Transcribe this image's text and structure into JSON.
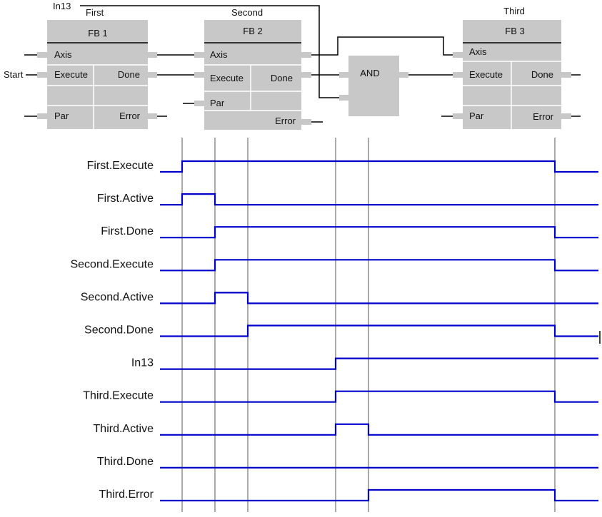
{
  "colors": {
    "block_fill": "#c8c8c8",
    "signal_stroke": "#0000cc",
    "wire_stroke": "#000000",
    "guide_stroke": "#555555"
  },
  "inputs": {
    "in13": "In13",
    "start": "Start"
  },
  "blocks": [
    {
      "instance": "First",
      "type": "FB 1",
      "pins": {
        "axis": "Axis",
        "execute": "Execute",
        "done": "Done",
        "par": "Par",
        "error": "Error"
      }
    },
    {
      "instance": "Second",
      "type": "FB 2",
      "pins": {
        "axis": "Axis",
        "execute": "Execute",
        "done": "Done",
        "par": "Par",
        "error": "Error"
      }
    },
    {
      "instance": "Third",
      "type": "FB 3",
      "pins": {
        "axis": "Axis",
        "execute": "Execute",
        "done": "Done",
        "par": "Par",
        "error": "Error"
      }
    }
  ],
  "and_gate": {
    "label": "AND"
  },
  "timing": {
    "signals": [
      {
        "name": "First.Execute",
        "high_intervals": [
          [
            1,
            8
          ]
        ]
      },
      {
        "name": "First.Active",
        "high_intervals": [
          [
            1,
            2
          ]
        ]
      },
      {
        "name": "First.Done",
        "high_intervals": [
          [
            2,
            8
          ]
        ]
      },
      {
        "name": "Second.Execute",
        "high_intervals": [
          [
            2,
            8
          ]
        ]
      },
      {
        "name": "Second.Active",
        "high_intervals": [
          [
            2,
            3
          ]
        ]
      },
      {
        "name": "Second.Done",
        "high_intervals": [
          [
            3,
            8
          ]
        ]
      },
      {
        "name": "In13",
        "high_intervals": [
          [
            4,
            9
          ]
        ]
      },
      {
        "name": "Third.Execute",
        "high_intervals": [
          [
            4,
            8
          ]
        ]
      },
      {
        "name": "Third.Active",
        "high_intervals": [
          [
            4,
            5
          ]
        ]
      },
      {
        "name": "Third.Done",
        "high_intervals": []
      },
      {
        "name": "Third.Error",
        "high_intervals": [
          [
            5,
            8
          ]
        ]
      }
    ]
  }
}
